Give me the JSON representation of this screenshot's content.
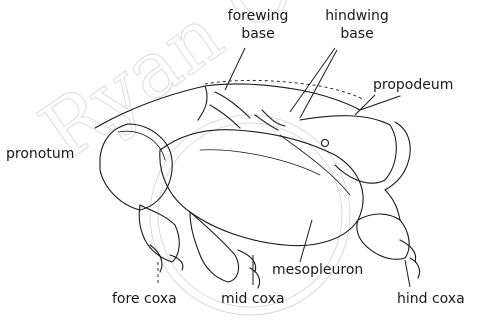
{
  "labels": {
    "forewing_base_line1": "forewing",
    "forewing_base_line2": "base",
    "hindwing_base_line1": "hindwing",
    "hindwing_base_line2": "base",
    "propodeum": "propodeum",
    "pronotum": "pronotum",
    "mesopleuron": "mesopleuron",
    "fore_coxa": "fore coxa",
    "mid_coxa": "mid coxa",
    "hind_coxa": "hind coxa"
  },
  "watermark": {
    "text": "Ryan Chris"
  },
  "colors": {
    "ink": "#1a1a1a",
    "background": "#ffffff",
    "watermark": "#dadada"
  }
}
